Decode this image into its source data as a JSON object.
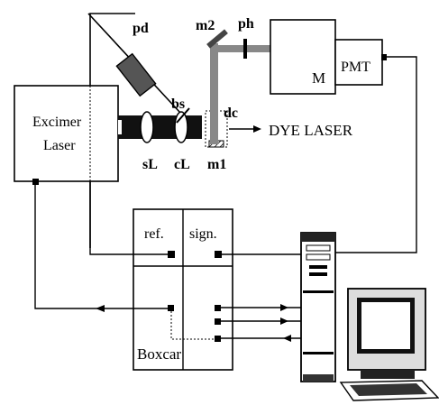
{
  "components": {
    "laser_line1": "Excimer",
    "laser_line2": "Laser",
    "photodiode": "pd",
    "mirror_2": "m2",
    "pinhole": "ph",
    "monochromator": "M",
    "pmt": "PMT",
    "beam_splitter": "bs",
    "dye_cell": "dc",
    "output": "DYE LASER",
    "spherical_lens": "sL",
    "cylindrical_lens": "cL",
    "mirror_1": "m1",
    "boxcar": "Boxcar",
    "reference": "ref.",
    "signal": "sign."
  }
}
